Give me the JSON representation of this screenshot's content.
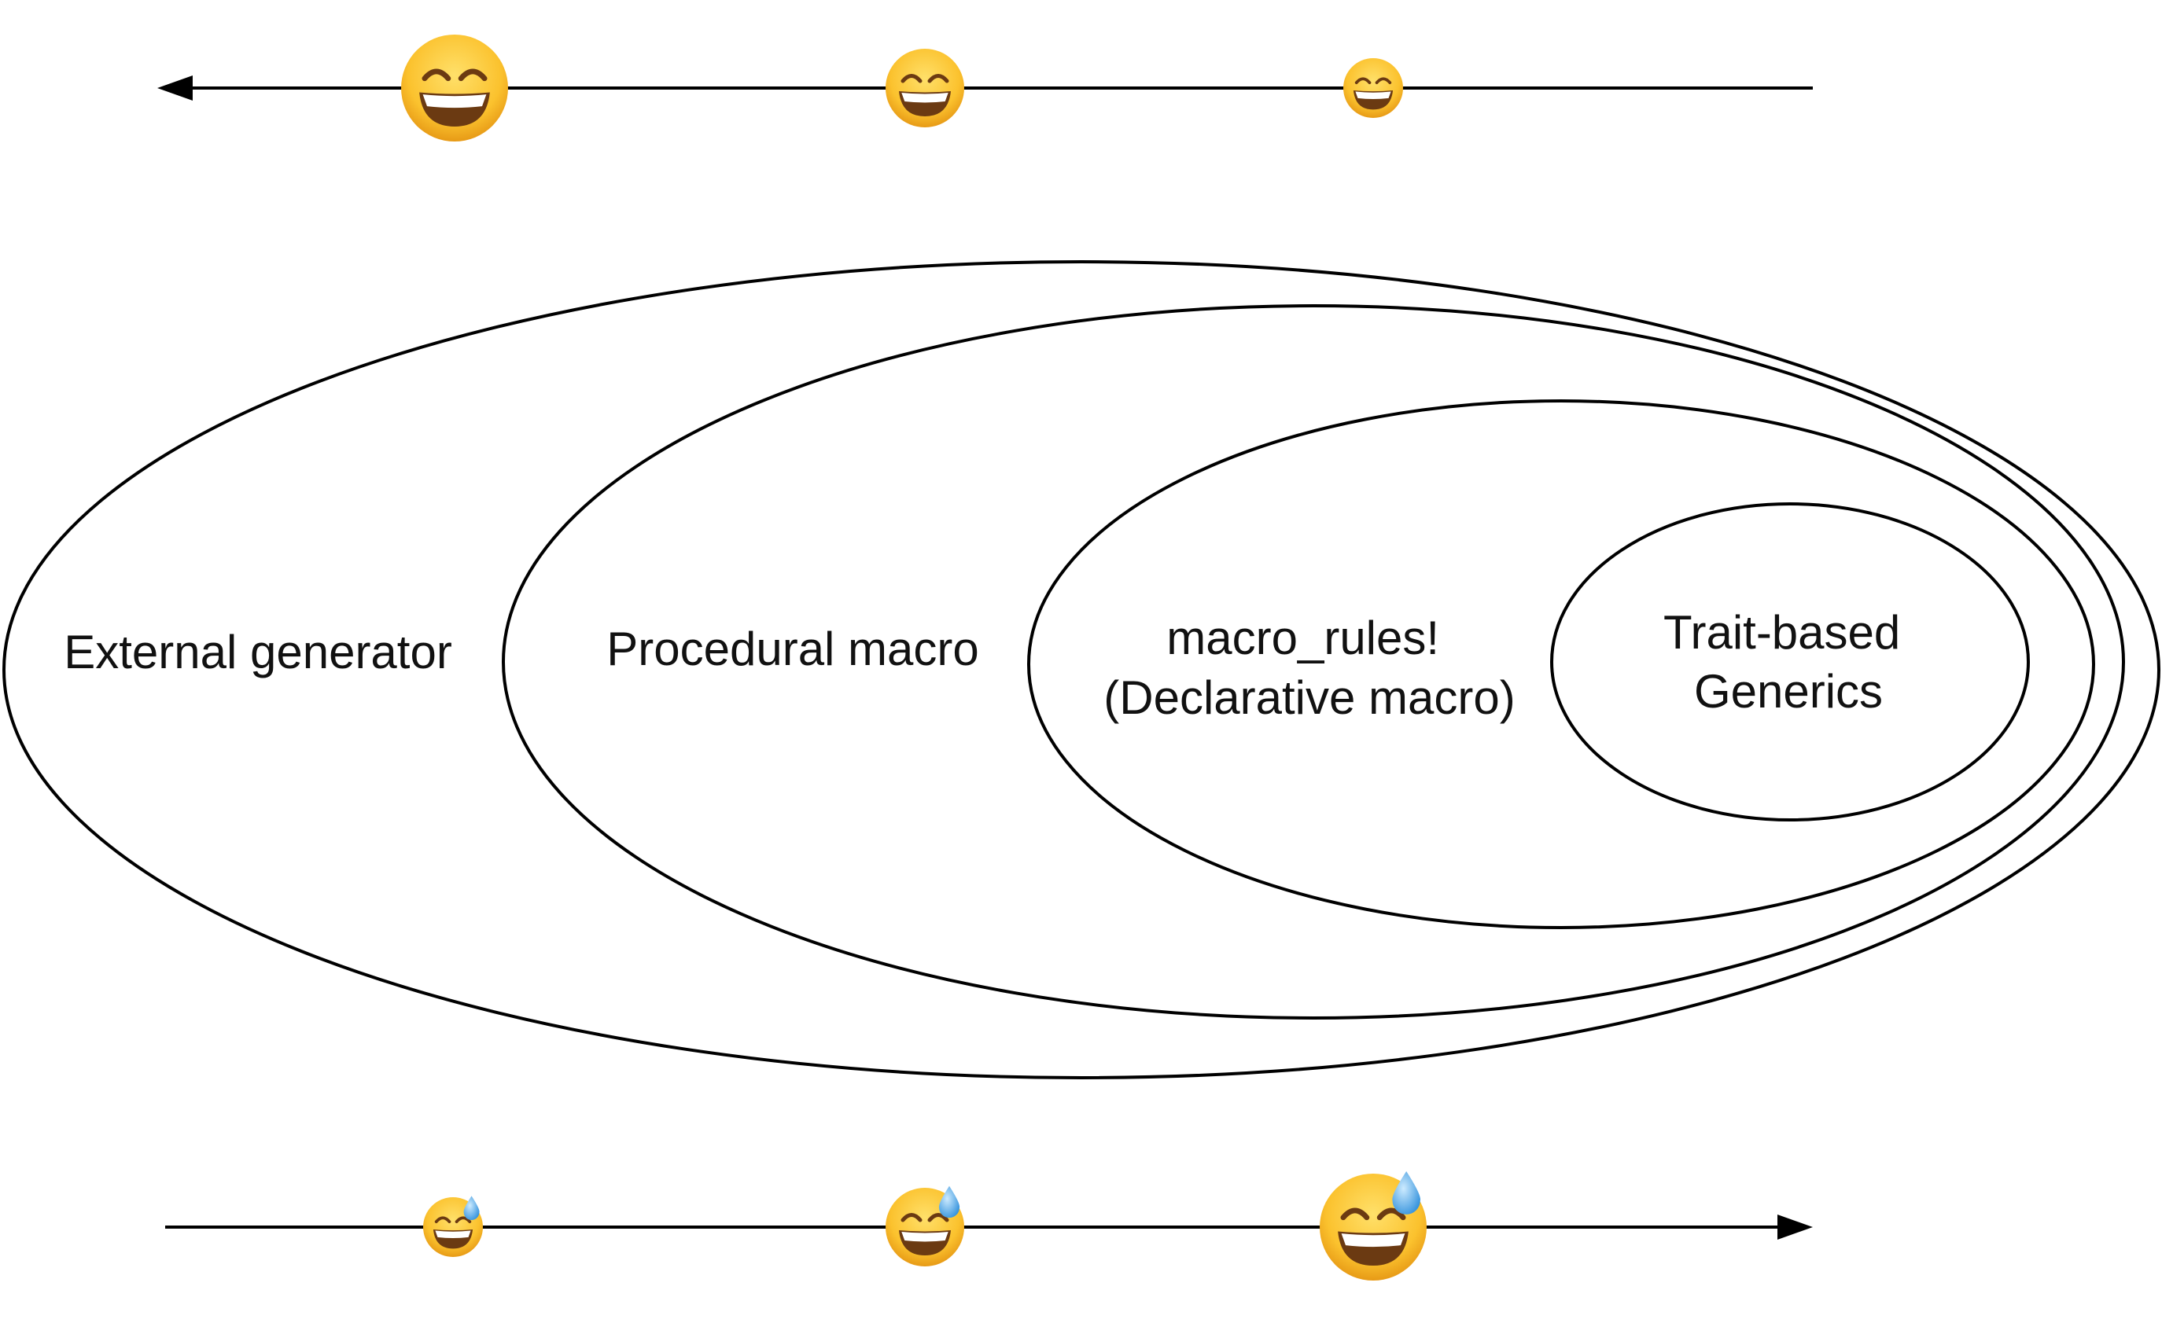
{
  "sets": [
    {
      "id": "external",
      "label_lines": [
        "External generator"
      ]
    },
    {
      "id": "procedural",
      "label_lines": [
        "Procedural macro"
      ]
    },
    {
      "id": "declarative",
      "label_lines": [
        "macro_rules!",
        "(Declarative macro)"
      ]
    },
    {
      "id": "generics",
      "label_lines": [
        "Trait-based",
        "Generics"
      ]
    }
  ],
  "top_scale": {
    "direction": "left",
    "marker_icon": "grinning-face-with-smiling-eyes-icon",
    "markers": [
      {
        "set": "external",
        "level": 3
      },
      {
        "set": "procedural",
        "level": 2
      },
      {
        "set": "declarative",
        "level": 1
      }
    ]
  },
  "bottom_scale": {
    "direction": "right",
    "marker_icon": "grinning-face-with-sweat-icon",
    "markers": [
      {
        "set": "external",
        "level": 1
      },
      {
        "set": "procedural",
        "level": 2
      },
      {
        "set": "declarative",
        "level": 3
      }
    ]
  },
  "colors": {
    "line": "#000000",
    "text": "#111111",
    "face": "#FBC22E",
    "face_shade": "#E79A16",
    "mouth": "#6B3A12",
    "teeth": "#FFFFFF",
    "sweat": "#4FB3F6"
  }
}
